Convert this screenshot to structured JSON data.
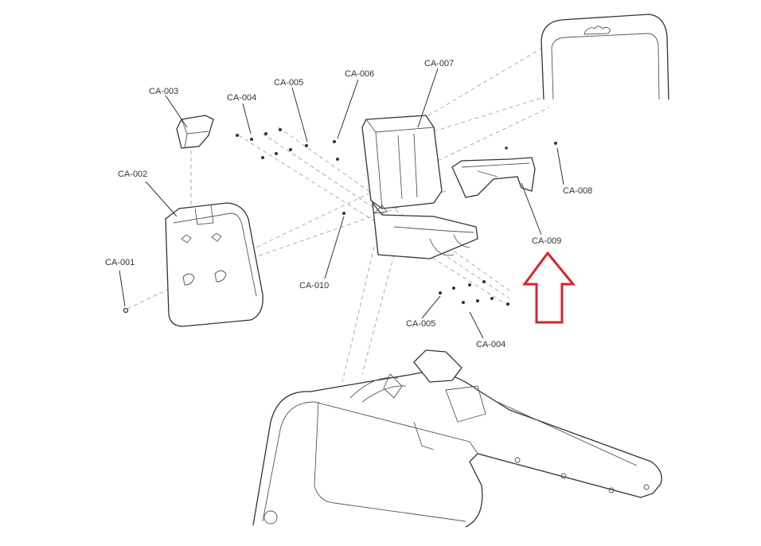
{
  "labels": {
    "ca001": "CA-001",
    "ca002": "CA-002",
    "ca003": "CA-003",
    "ca004_top": "CA-004",
    "ca005_top": "CA-005",
    "ca006": "CA-006",
    "ca007": "CA-007",
    "ca008": "CA-008",
    "ca009": "CA-009",
    "ca010": "CA-010",
    "ca005_bottom": "CA-005",
    "ca004_bottom": "CA-004"
  },
  "colors": {
    "arrow": "#d9232d",
    "line": "#333333",
    "background": "#ffffff"
  }
}
